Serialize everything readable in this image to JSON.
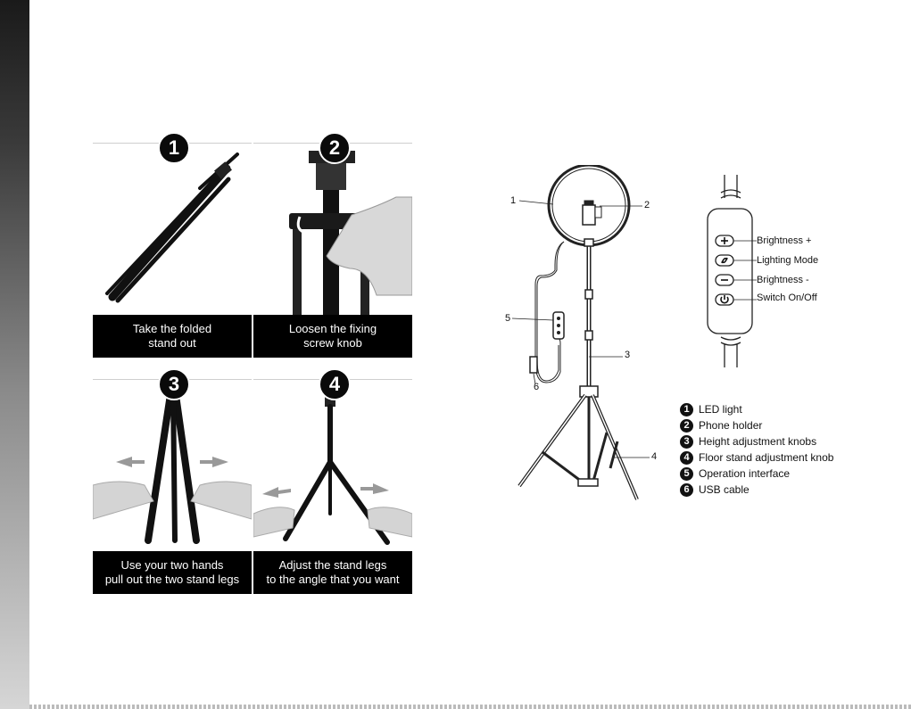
{
  "steps": [
    {
      "num": "1",
      "caption": "Take the folded\nstand out"
    },
    {
      "num": "2",
      "caption": "Loosen the fixing\nscrew knob"
    },
    {
      "num": "3",
      "caption": "Use your two hands\npull out the two stand legs"
    },
    {
      "num": "4",
      "caption": "Adjust the stand legs\nto the angle that you want"
    }
  ],
  "diagram": {
    "callouts": [
      "1",
      "2",
      "3",
      "4",
      "5",
      "6"
    ]
  },
  "remote": {
    "buttons": [
      {
        "icon": "plus-icon",
        "label": "Brightness +"
      },
      {
        "icon": "lighting-mode-icon",
        "label": "Lighting Mode"
      },
      {
        "icon": "minus-icon",
        "label": "Brightness -"
      },
      {
        "icon": "power-icon",
        "label": "Switch On/Off"
      }
    ]
  },
  "legend": [
    {
      "num": "1",
      "label": "LED light"
    },
    {
      "num": "2",
      "label": "Phone holder"
    },
    {
      "num": "3",
      "label": "Height adjustment knobs"
    },
    {
      "num": "4",
      "label": "Floor stand adjustment knob"
    },
    {
      "num": "5",
      "label": "Operation interface"
    },
    {
      "num": "6",
      "label": "USB cable"
    }
  ]
}
